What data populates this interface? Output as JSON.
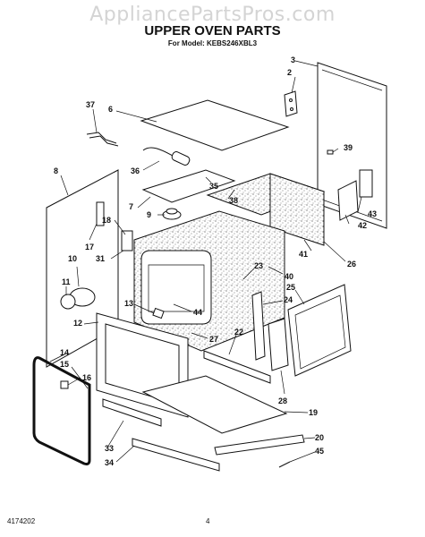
{
  "watermark": "AppliancePartsPros.com",
  "title": "UPPER OVEN PARTS",
  "subtitle": "For Model: KEBS246XBL3",
  "footer": {
    "doc_number": "4174202",
    "page": "4"
  },
  "callouts": [
    {
      "id": "c3",
      "label": "3"
    },
    {
      "id": "c2",
      "label": "2"
    },
    {
      "id": "c37",
      "label": "37"
    },
    {
      "id": "c6",
      "label": "6"
    },
    {
      "id": "c39",
      "label": "39"
    },
    {
      "id": "c36",
      "label": "36"
    },
    {
      "id": "c35",
      "label": "35"
    },
    {
      "id": "c8",
      "label": "8"
    },
    {
      "id": "c7",
      "label": "7"
    },
    {
      "id": "c38",
      "label": "38"
    },
    {
      "id": "c43",
      "label": "43"
    },
    {
      "id": "c42",
      "label": "42"
    },
    {
      "id": "c9",
      "label": "9"
    },
    {
      "id": "c18",
      "label": "18"
    },
    {
      "id": "c17",
      "label": "17"
    },
    {
      "id": "c41",
      "label": "41"
    },
    {
      "id": "c26",
      "label": "26"
    },
    {
      "id": "c10",
      "label": "10"
    },
    {
      "id": "c31",
      "label": "31"
    },
    {
      "id": "c23",
      "label": "23"
    },
    {
      "id": "c40",
      "label": "40"
    },
    {
      "id": "c11",
      "label": "11"
    },
    {
      "id": "c25",
      "label": "25"
    },
    {
      "id": "c24",
      "label": "24"
    },
    {
      "id": "c13",
      "label": "13"
    },
    {
      "id": "c44",
      "label": "44"
    },
    {
      "id": "c12",
      "label": "12"
    },
    {
      "id": "c27",
      "label": "27"
    },
    {
      "id": "c22",
      "label": "22"
    },
    {
      "id": "c14",
      "label": "14"
    },
    {
      "id": "c15",
      "label": "15"
    },
    {
      "id": "c16",
      "label": "16"
    },
    {
      "id": "c28",
      "label": "28"
    },
    {
      "id": "c19",
      "label": "19"
    },
    {
      "id": "c20",
      "label": "20"
    },
    {
      "id": "c45",
      "label": "45"
    },
    {
      "id": "c33",
      "label": "33"
    },
    {
      "id": "c34",
      "label": "34"
    }
  ]
}
